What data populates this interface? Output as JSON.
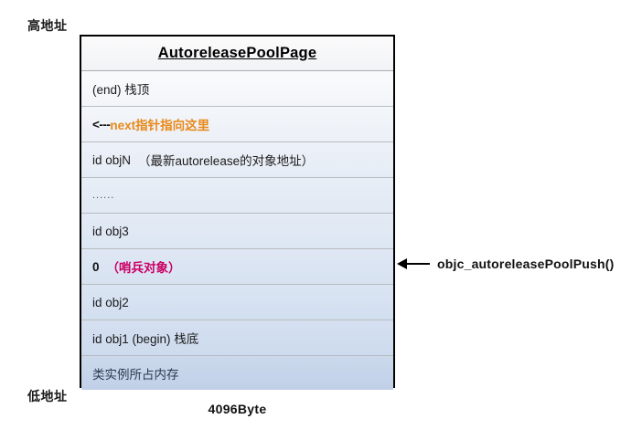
{
  "diagram": {
    "address_labels": {
      "high": "高地址",
      "low": "低地址"
    },
    "size_label": "4096Byte",
    "page": {
      "title": "AutoreleasePoolPage",
      "rows": [
        {
          "id": "end-stack-top",
          "text": "(end) 栈顶"
        },
        {
          "id": "next-pointer",
          "arrow": "<---",
          "text": "next指针指向这里"
        },
        {
          "id": "obj-n",
          "text": "id objN",
          "note": "（最新autorelease的对象地址）"
        },
        {
          "id": "ellipsis",
          "text": "......"
        },
        {
          "id": "obj-3",
          "text": "id obj3"
        },
        {
          "id": "sentinel",
          "text": "0",
          "note": "（哨兵对象）"
        },
        {
          "id": "obj-2",
          "text": "id obj2"
        },
        {
          "id": "obj-1",
          "text": "id obj1 (begin) 栈底"
        },
        {
          "id": "class-instance",
          "text": "类实例所占内存"
        }
      ]
    },
    "callout": {
      "label": "objc_autoreleasePoolPush()",
      "icon": "left-arrow-icon"
    },
    "colors": {
      "next_pointer": "#e8891a",
      "sentinel_note": "#cc0066",
      "border": "#000000",
      "row_separator": "#b9bcc0"
    }
  }
}
